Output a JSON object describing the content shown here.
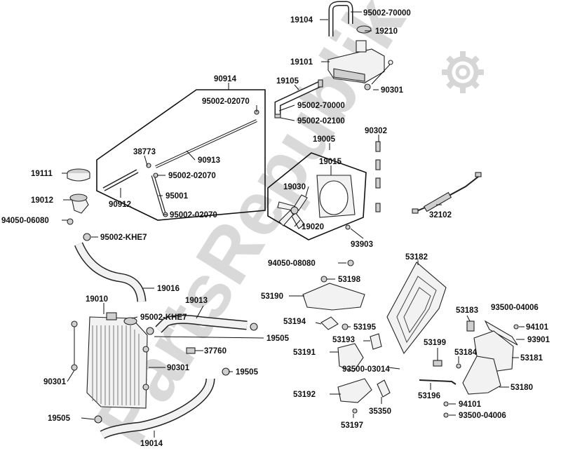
{
  "watermark": {
    "text": "PartsRepublik"
  },
  "labels": [
    {
      "id": "19104",
      "text": "19104"
    },
    {
      "id": "95002-70000a",
      "text": "95002-70000"
    },
    {
      "id": "19210",
      "text": "19210"
    },
    {
      "id": "19101",
      "text": "19101"
    },
    {
      "id": "90914",
      "text": "90914"
    },
    {
      "id": "19105",
      "text": "19105"
    },
    {
      "id": "90301a",
      "text": "90301"
    },
    {
      "id": "95002-02070a",
      "text": "95002-02070"
    },
    {
      "id": "95002-70000b",
      "text": "95002-70000"
    },
    {
      "id": "95002-02100",
      "text": "95002-02100"
    },
    {
      "id": "90302",
      "text": "90302"
    },
    {
      "id": "19005",
      "text": "19005"
    },
    {
      "id": "38773",
      "text": "38773"
    },
    {
      "id": "90913",
      "text": "90913"
    },
    {
      "id": "19015",
      "text": "19015"
    },
    {
      "id": "19111",
      "text": "19111"
    },
    {
      "id": "95002-02070b",
      "text": "95002-02070"
    },
    {
      "id": "19030",
      "text": "19030"
    },
    {
      "id": "19012",
      "text": "19012"
    },
    {
      "id": "95001",
      "text": "95001"
    },
    {
      "id": "90912",
      "text": "90912"
    },
    {
      "id": "32102",
      "text": "32102"
    },
    {
      "id": "94050-06080",
      "text": "94050-06080"
    },
    {
      "id": "95002-02070c",
      "text": "95002-02070"
    },
    {
      "id": "19020",
      "text": "19020"
    },
    {
      "id": "95002-KHE7a",
      "text": "95002-KHE7"
    },
    {
      "id": "93903",
      "text": "93903"
    },
    {
      "id": "53182",
      "text": "53182"
    },
    {
      "id": "94050-08080",
      "text": "94050-08080"
    },
    {
      "id": "53198",
      "text": "53198"
    },
    {
      "id": "19016",
      "text": "19016"
    },
    {
      "id": "53190",
      "text": "53190"
    },
    {
      "id": "19010",
      "text": "19010"
    },
    {
      "id": "19013",
      "text": "19013"
    },
    {
      "id": "95002-KHE7b",
      "text": "95002-KHE7"
    },
    {
      "id": "53183",
      "text": "53183"
    },
    {
      "id": "93500-04006a",
      "text": "93500-04006"
    },
    {
      "id": "53194",
      "text": "53194"
    },
    {
      "id": "53195",
      "text": "53195"
    },
    {
      "id": "94101a",
      "text": "94101"
    },
    {
      "id": "19505a",
      "text": "19505"
    },
    {
      "id": "53193",
      "text": "53193"
    },
    {
      "id": "93901",
      "text": "93901"
    },
    {
      "id": "37760",
      "text": "37760"
    },
    {
      "id": "53191",
      "text": "53191"
    },
    {
      "id": "53199",
      "text": "53199"
    },
    {
      "id": "53184",
      "text": "53184"
    },
    {
      "id": "53181",
      "text": "53181"
    },
    {
      "id": "90301b",
      "text": "90301"
    },
    {
      "id": "19505b",
      "text": "19505"
    },
    {
      "id": "93500-03014",
      "text": "93500-03014"
    },
    {
      "id": "90301c",
      "text": "90301"
    },
    {
      "id": "53180",
      "text": "53180"
    },
    {
      "id": "53192",
      "text": "53192"
    },
    {
      "id": "35350",
      "text": "35350"
    },
    {
      "id": "53196",
      "text": "53196"
    },
    {
      "id": "94101b",
      "text": "94101"
    },
    {
      "id": "19505c",
      "text": "19505"
    },
    {
      "id": "53197",
      "text": "53197"
    },
    {
      "id": "93500-04006b",
      "text": "93500-04006"
    },
    {
      "id": "19014",
      "text": "19014"
    }
  ]
}
